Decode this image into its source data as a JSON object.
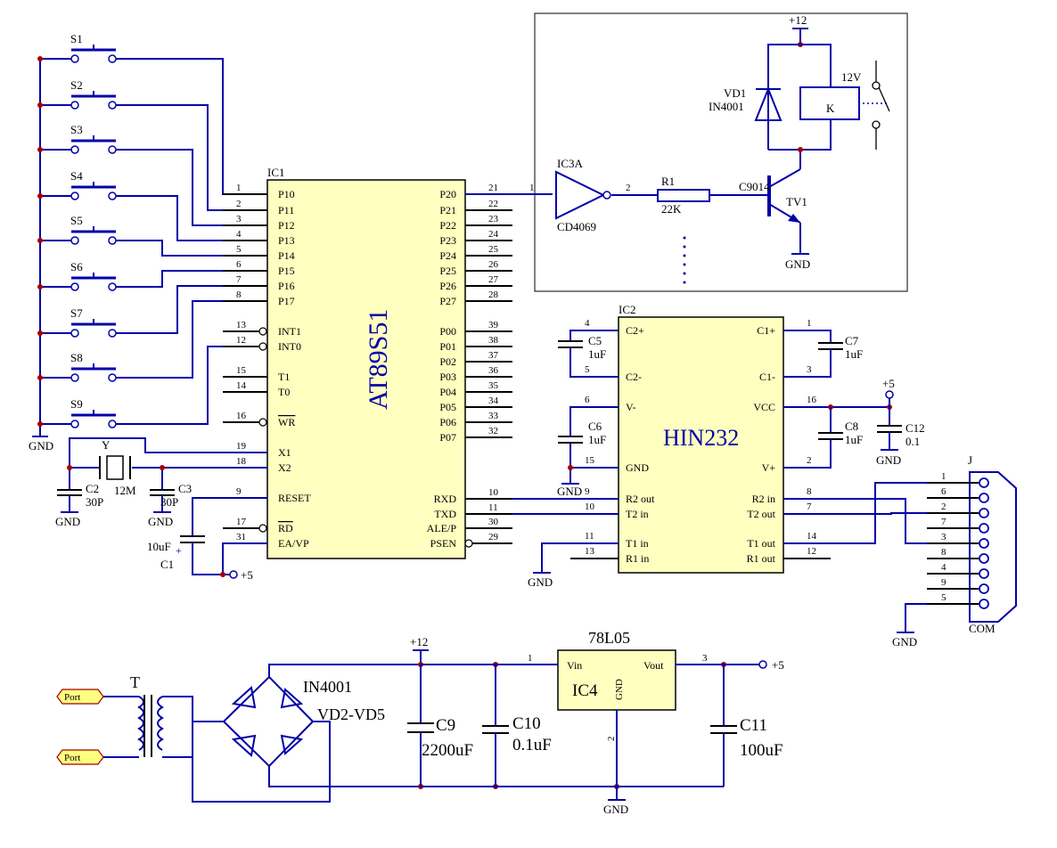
{
  "switches": [
    "S1",
    "S2",
    "S3",
    "S4",
    "S5",
    "S6",
    "S7",
    "S8",
    "S9"
  ],
  "ic1": {
    "ref": "IC1",
    "name": "AT89S51",
    "left_pins": [
      {
        "num": "1",
        "name": "P10"
      },
      {
        "num": "2",
        "name": "P11"
      },
      {
        "num": "3",
        "name": "P12"
      },
      {
        "num": "4",
        "name": "P13"
      },
      {
        "num": "5",
        "name": "P14"
      },
      {
        "num": "6",
        "name": "P15"
      },
      {
        "num": "7",
        "name": "P16"
      },
      {
        "num": "8",
        "name": "P17"
      },
      {
        "num": "13",
        "name": "INT1"
      },
      {
        "num": "12",
        "name": "INT0"
      },
      {
        "num": "15",
        "name": "T1"
      },
      {
        "num": "14",
        "name": "T0"
      },
      {
        "num": "16",
        "name": "WR"
      },
      {
        "num": "19",
        "name": "X1"
      },
      {
        "num": "18",
        "name": "X2"
      },
      {
        "num": "9",
        "name": "RESET"
      },
      {
        "num": "17",
        "name": "RD"
      },
      {
        "num": "31",
        "name": "EA/VP"
      }
    ],
    "right_pins": [
      {
        "num": "21",
        "name": "P20"
      },
      {
        "num": "22",
        "name": "P21"
      },
      {
        "num": "23",
        "name": "P22"
      },
      {
        "num": "24",
        "name": "P23"
      },
      {
        "num": "25",
        "name": "P24"
      },
      {
        "num": "26",
        "name": "P25"
      },
      {
        "num": "27",
        "name": "P26"
      },
      {
        "num": "28",
        "name": "P27"
      },
      {
        "num": "39",
        "name": "P00"
      },
      {
        "num": "38",
        "name": "P01"
      },
      {
        "num": "37",
        "name": "P02"
      },
      {
        "num": "36",
        "name": "P03"
      },
      {
        "num": "35",
        "name": "P04"
      },
      {
        "num": "34",
        "name": "P05"
      },
      {
        "num": "33",
        "name": "P06"
      },
      {
        "num": "32",
        "name": "P07"
      },
      {
        "num": "10",
        "name": "RXD"
      },
      {
        "num": "11",
        "name": "TXD"
      },
      {
        "num": "30",
        "name": "ALE/P"
      },
      {
        "num": "29",
        "name": "PSEN"
      }
    ]
  },
  "ic2": {
    "ref": "IC2",
    "name": "HIN232",
    "left_pins": [
      {
        "num": "4",
        "name": "C2+"
      },
      {
        "num": "5",
        "name": "C2-"
      },
      {
        "num": "6",
        "name": "V-"
      },
      {
        "num": "15",
        "name": "GND"
      },
      {
        "num": "9",
        "name": "R2 out"
      },
      {
        "num": "10",
        "name": "T2 in"
      },
      {
        "num": "11",
        "name": "T1 in"
      },
      {
        "num": "13",
        "name": "R1 in"
      }
    ],
    "right_pins": [
      {
        "num": "1",
        "name": "C1+"
      },
      {
        "num": "3",
        "name": "C1-"
      },
      {
        "num": "16",
        "name": "VCC"
      },
      {
        "num": "2",
        "name": "V+"
      },
      {
        "num": "8",
        "name": "R2 in"
      },
      {
        "num": "7",
        "name": "T2 out"
      },
      {
        "num": "14",
        "name": "T1 out"
      },
      {
        "num": "12",
        "name": "R1 out"
      }
    ]
  },
  "relay_section": {
    "supply": "+12",
    "diode_ref": "VD1",
    "diode_part": "IN4001",
    "relay_coil": "K",
    "relay_voltage": "12V",
    "inverter_ref": "IC3A",
    "inverter_part": "CD4069",
    "inv_in_pin": "1",
    "inv_out_pin": "2",
    "resistor_ref": "R1",
    "resistor_val": "22K",
    "transistor_part": "C9014",
    "transistor_ref": "TV1",
    "gnd": "GND"
  },
  "crystal": {
    "ref": "Y",
    "value": "12M"
  },
  "caps_osc": [
    {
      "ref": "C2",
      "value": "30P"
    },
    {
      "ref": "C3",
      "value": "30P"
    }
  ],
  "reset_cap": {
    "ref": "C1",
    "value": "10uF"
  },
  "ic2_caps": [
    {
      "ref": "C5",
      "value": "1uF"
    },
    {
      "ref": "C6",
      "value": "1uF"
    },
    {
      "ref": "C7",
      "value": "1uF"
    },
    {
      "ref": "C8",
      "value": "1uF"
    },
    {
      "ref": "C12",
      "value": "0.1"
    }
  ],
  "connector": {
    "ref": "J",
    "name": "COM",
    "pins": [
      "1",
      "6",
      "2",
      "7",
      "3",
      "8",
      "4",
      "9",
      "5"
    ]
  },
  "power": {
    "regulator": "78L05",
    "reg_ref": "IC4",
    "vin": "Vin",
    "vout": "Vout",
    "reg_gnd": "GND",
    "pin1": "1",
    "pin2": "2",
    "pin3": "3",
    "bridge_part": "IN4001",
    "bridge_ref": "VD2-VD5",
    "transformer": "T",
    "port1": "Port",
    "port2": "Port",
    "c9": "C9",
    "c9v": "2200uF",
    "c10": "C10",
    "c10v": "0.1uF",
    "c11": "C11",
    "c11v": "100uF",
    "v12": "+12",
    "v5": "+5",
    "gnd": "GND"
  },
  "labels": {
    "gnd": "GND",
    "vcc5": "+5"
  }
}
